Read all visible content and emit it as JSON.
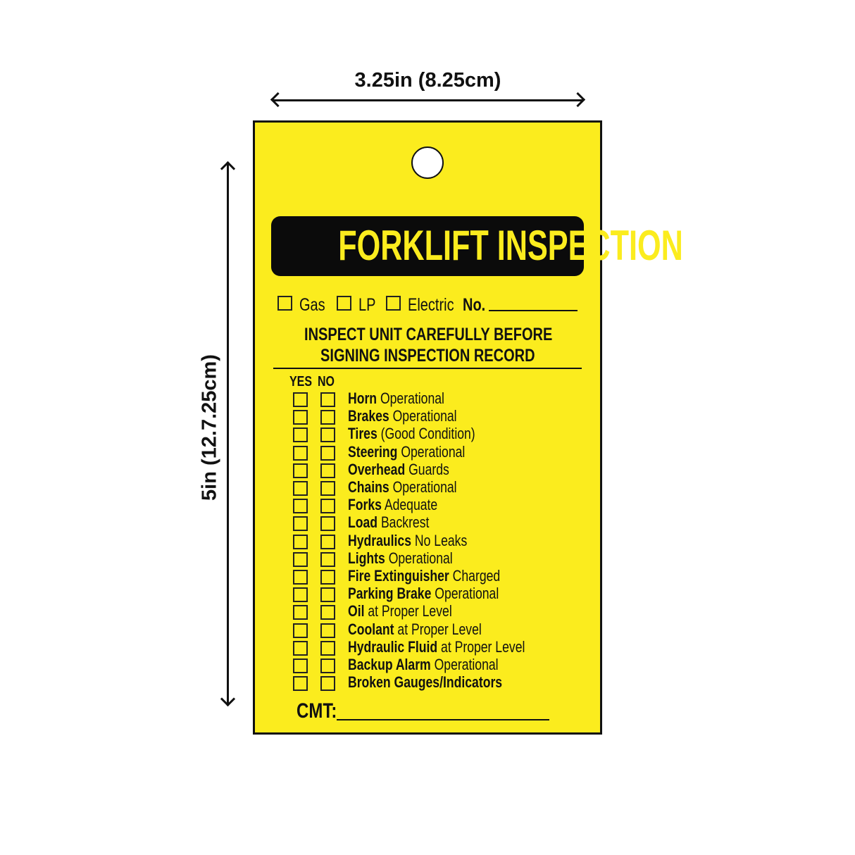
{
  "dimensions": {
    "width_label": "3.25in (8.25cm)",
    "height_label": "5in (12.7.25cm)"
  },
  "tag": {
    "title": "FORKLIFT INSPECTION",
    "fuel_options": [
      "Gas",
      "LP",
      "Electric"
    ],
    "number_label": "No.",
    "notice": [
      "INSPECT UNIT CAREFULLY BEFORE",
      "SIGNING INSPECTION RECORD"
    ],
    "yes_label": "YES",
    "no_label": "NO",
    "items": [
      {
        "bold": "Horn",
        "rest": " Operational"
      },
      {
        "bold": "Brakes",
        "rest": " Operational"
      },
      {
        "bold": "Tires",
        "rest": " (Good Condition)"
      },
      {
        "bold": "Steering",
        "rest": " Operational"
      },
      {
        "bold": "Overhead",
        "rest": " Guards"
      },
      {
        "bold": "Chains",
        "rest": " Operational"
      },
      {
        "bold": "Forks",
        "rest": " Adequate"
      },
      {
        "bold": "Load",
        "rest": " Backrest"
      },
      {
        "bold": "Hydraulics",
        "rest": " No Leaks"
      },
      {
        "bold": "Lights",
        "rest": " Operational"
      },
      {
        "bold": "Fire Extinguisher",
        "rest": " Charged"
      },
      {
        "bold": "Parking Brake",
        "rest": " Operational"
      },
      {
        "bold": "Oil",
        "rest": " at Proper Level"
      },
      {
        "bold": "Coolant",
        "rest": " at Proper Level"
      },
      {
        "bold": "Hydraulic Fluid",
        "rest": " at Proper Level"
      },
      {
        "bold": "Backup Alarm",
        "rest": " Operational"
      },
      {
        "bold": "Broken Gauges/Indicators",
        "rest": ""
      }
    ],
    "comment_label": "CMT:",
    "colors": {
      "tag": "#fbec1e",
      "ink": "#111111"
    }
  }
}
